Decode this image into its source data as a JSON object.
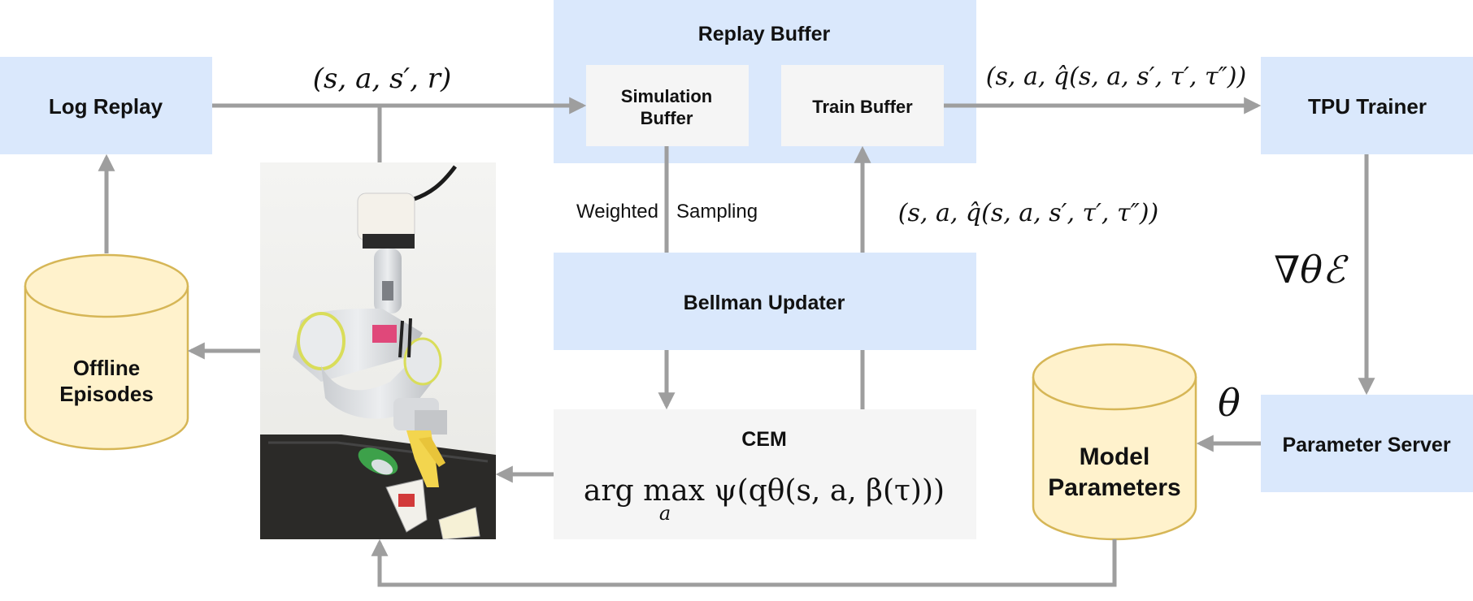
{
  "nodes": {
    "log_replay": "Log Replay",
    "replay_buffer": "Replay Buffer",
    "simulation_buffer_line1": "Simulation",
    "simulation_buffer_line2": "Buffer",
    "train_buffer": "Train Buffer",
    "tpu_trainer": "TPU Trainer",
    "bellman_updater": "Bellman Updater",
    "cem": "CEM",
    "parameter_server": "Parameter Server",
    "offline_episodes_line1": "Offline",
    "offline_episodes_line2": "Episodes",
    "model_parameters_line1": "Model",
    "model_parameters_line2": "Parameters"
  },
  "edge_labels": {
    "log_to_buffer": "(s, a, s′, r)",
    "buffer_to_trainer": "(s, a, q̂(s, a, s′, τ′, τ″))",
    "updater_to_train_buffer": "(s, a, q̂(s, a, s′, τ′, τ″))",
    "weighted": "Weighted",
    "sampling": "Sampling",
    "gradient": "∇θℰ",
    "theta": "θ",
    "cem_formula_main": "arg max ψ(qθ(s, a, β(τ)))",
    "cem_formula_sub": "a"
  },
  "colors": {
    "blue_box": "#dae8fc",
    "grey_box": "#f5f5f5",
    "cylinder_fill": "#fff2cc",
    "cylinder_stroke": "#d6b656",
    "arrow": "#9e9e9e"
  },
  "photo": {
    "description_icon": "robot-arm-photo"
  }
}
